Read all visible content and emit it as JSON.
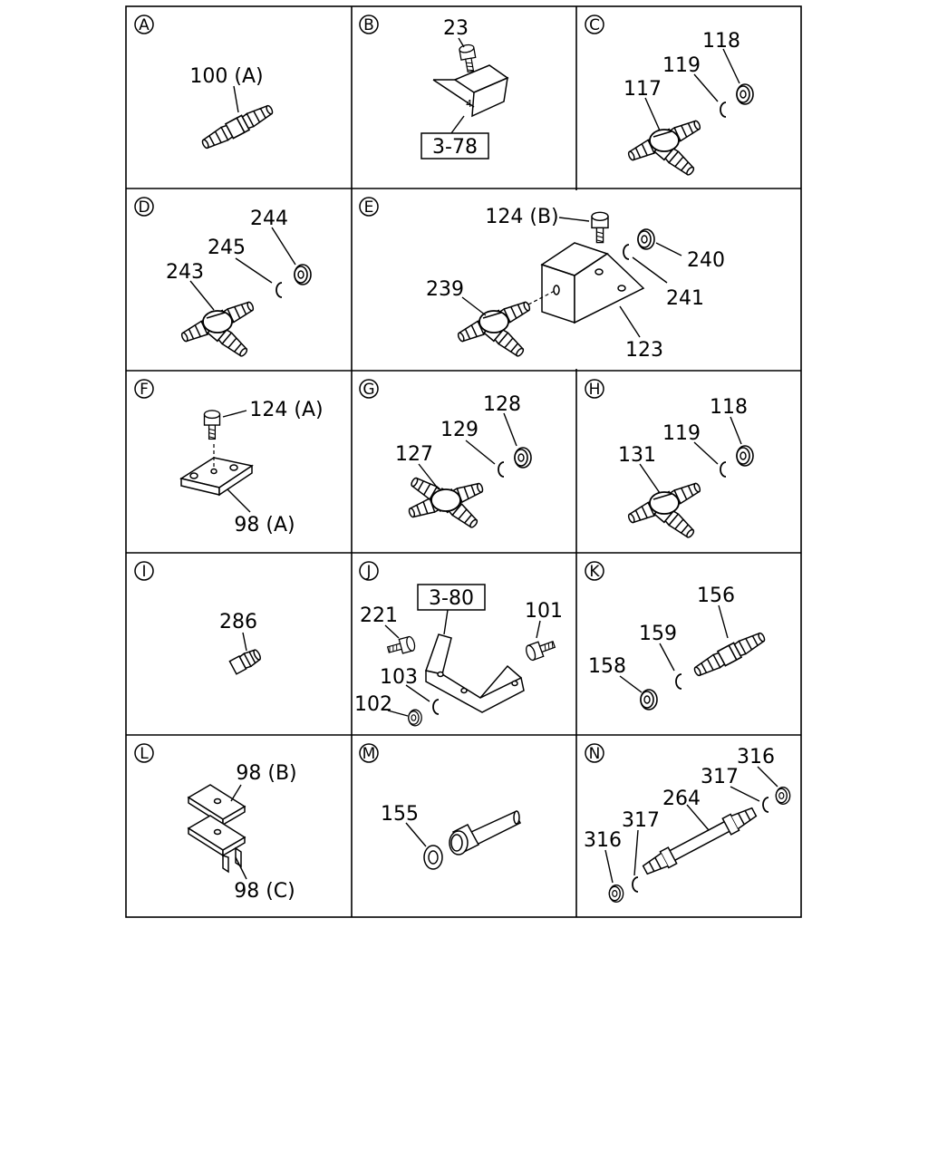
{
  "panels": [
    {
      "letter": "A",
      "labels": [
        "100 (A)"
      ]
    },
    {
      "letter": "B",
      "labels": [
        "23",
        "3-78"
      ]
    },
    {
      "letter": "C",
      "labels": [
        "118",
        "119",
        "117"
      ]
    },
    {
      "letter": "D",
      "labels": [
        "244",
        "245",
        "243"
      ]
    },
    {
      "letter": "E",
      "labels": [
        "124 (B)",
        "240",
        "241",
        "239",
        "123"
      ]
    },
    {
      "letter": "F",
      "labels": [
        "124 (A)",
        "98 (A)"
      ]
    },
    {
      "letter": "G",
      "labels": [
        "128",
        "129",
        "127"
      ]
    },
    {
      "letter": "H",
      "labels": [
        "118",
        "119",
        "131"
      ]
    },
    {
      "letter": "I",
      "labels": [
        "286"
      ]
    },
    {
      "letter": "J",
      "labels": [
        "3-80",
        "221",
        "101",
        "103",
        "102"
      ]
    },
    {
      "letter": "K",
      "labels": [
        "156",
        "159",
        "158"
      ]
    },
    {
      "letter": "L",
      "labels": [
        "98 (B)",
        "98 (C)"
      ]
    },
    {
      "letter": "M",
      "labels": [
        "155"
      ]
    },
    {
      "letter": "N",
      "labels": [
        "316",
        "317",
        "264",
        "317",
        "316"
      ]
    }
  ]
}
